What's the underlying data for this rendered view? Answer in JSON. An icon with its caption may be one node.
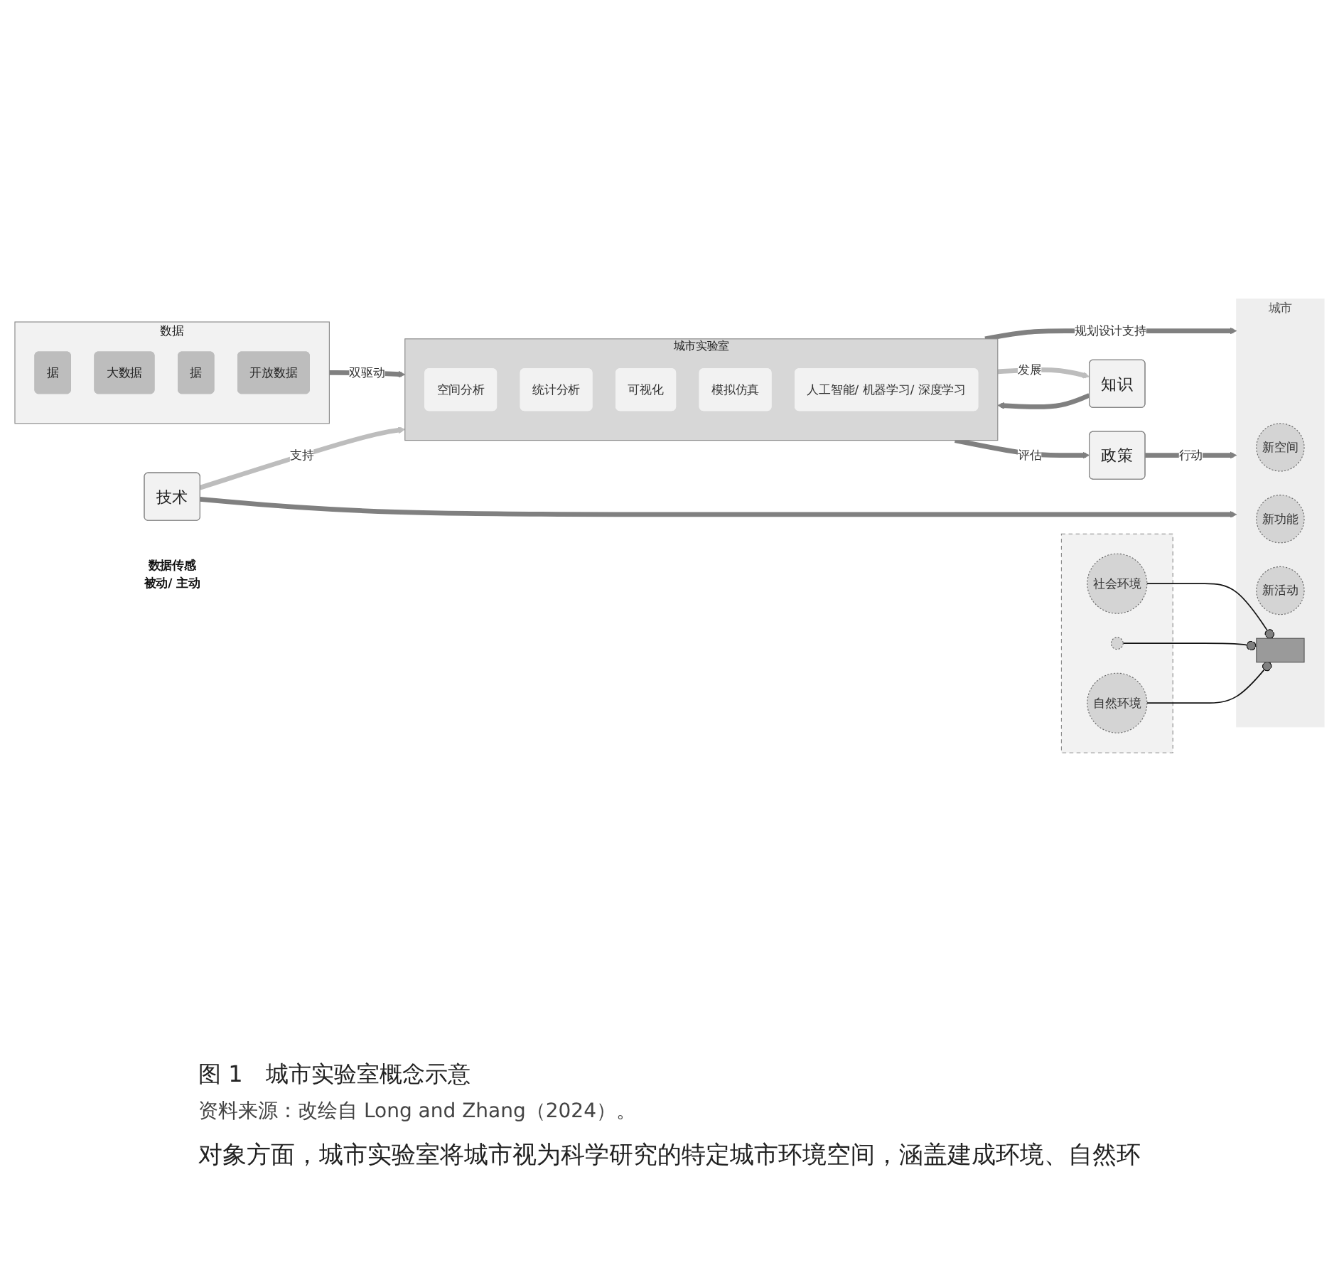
{
  "diagram": {
    "caption": "图 1　城市实验室概念示意",
    "nodes": [
      {
        "text": [
          "知识"
        ]
      },
      {
        "text": [
          "数据"
        ]
      },
      {
        "text": [
          "据"
        ],
        "in": 1
      },
      {
        "text": [
          "大数据"
        ],
        "in": 1
      },
      {
        "text": [
          "据"
        ],
        "in": 1
      },
      {
        "text": [
          "开放数据"
        ],
        "in": 1
      },
      {
        "text": [
          "城市实验室"
        ]
      },
      {
        "text": [
          "空间分析"
        ],
        "in": 6
      },
      {
        "text": [
          "统计分析"
        ],
        "in": 6
      },
      {
        "text": [
          "可视化"
        ],
        "in": 6
      },
      {
        "text": [
          "模拟仿真"
        ],
        "in": 6
      },
      {
        "text": [
          "人工智能/ 机器学习/ 深度学习"
        ],
        "in": 6
      },
      {
        "text": [
          "政策"
        ]
      },
      {
        "text": [
          "技术"
        ]
      },
      {
        "text": [
          "数据传感",
          "被动/ 主动"
        ]
      },
      {
        "text": [],
        "shape": "box"
      },
      {
        "text": [
          "社会环境"
        ],
        "in": 15
      },
      {
        "text": [],
        "shape": "circle",
        "in": 15
      },
      {
        "text": [
          "自然环境"
        ],
        "in": 15
      },
      {
        "text": [
          "城市"
        ]
      },
      {
        "text": [
          "新空间"
        ],
        "in": 19
      },
      {
        "text": [
          "新功能"
        ],
        "in": 19
      },
      {
        "text": [
          "新活动"
        ],
        "in": 19
      },
      {
        "text": [],
        "shape": "box",
        "in": 19
      }
    ],
    "edges": [
      {
        "from": 6,
        "to": 0,
        "arrow": "to",
        "label": "发展",
        "color": "#bdbdbd"
      },
      {
        "from": 0,
        "to": 6,
        "arrow": "to"
      },
      {
        "from": 1,
        "to": 6,
        "arrow": "to",
        "label": "双驱动"
      },
      {
        "from": 6,
        "to": 12,
        "arrow": "to",
        "label": "评估"
      },
      {
        "from": 13,
        "to": 6,
        "arrow": "to",
        "label": "支持",
        "color": "#bdbdbd"
      },
      {
        "from": 6,
        "to": 19,
        "arrow": "to",
        "label": "规划设计支持"
      },
      {
        "from": 12,
        "to": 19,
        "arrow": "to",
        "label": "行动"
      },
      {
        "from": 13,
        "to": 19,
        "arrow": "to"
      },
      {
        "from": 16,
        "to": 23,
        "arrow": "other",
        "color": "#111111"
      },
      {
        "from": 17,
        "to": 23,
        "arrow": "other",
        "color": "#111111"
      },
      {
        "from": 18,
        "to": 23,
        "arrow": "other",
        "color": "#111111"
      }
    ],
    "labels": [
      "资料来源：改绘自 Long and Zhang（2024）。",
      "对象方面，城市实验室将城市视为科学研究的特定城市环境空间，涵盖建成环境、自然环"
    ]
  }
}
